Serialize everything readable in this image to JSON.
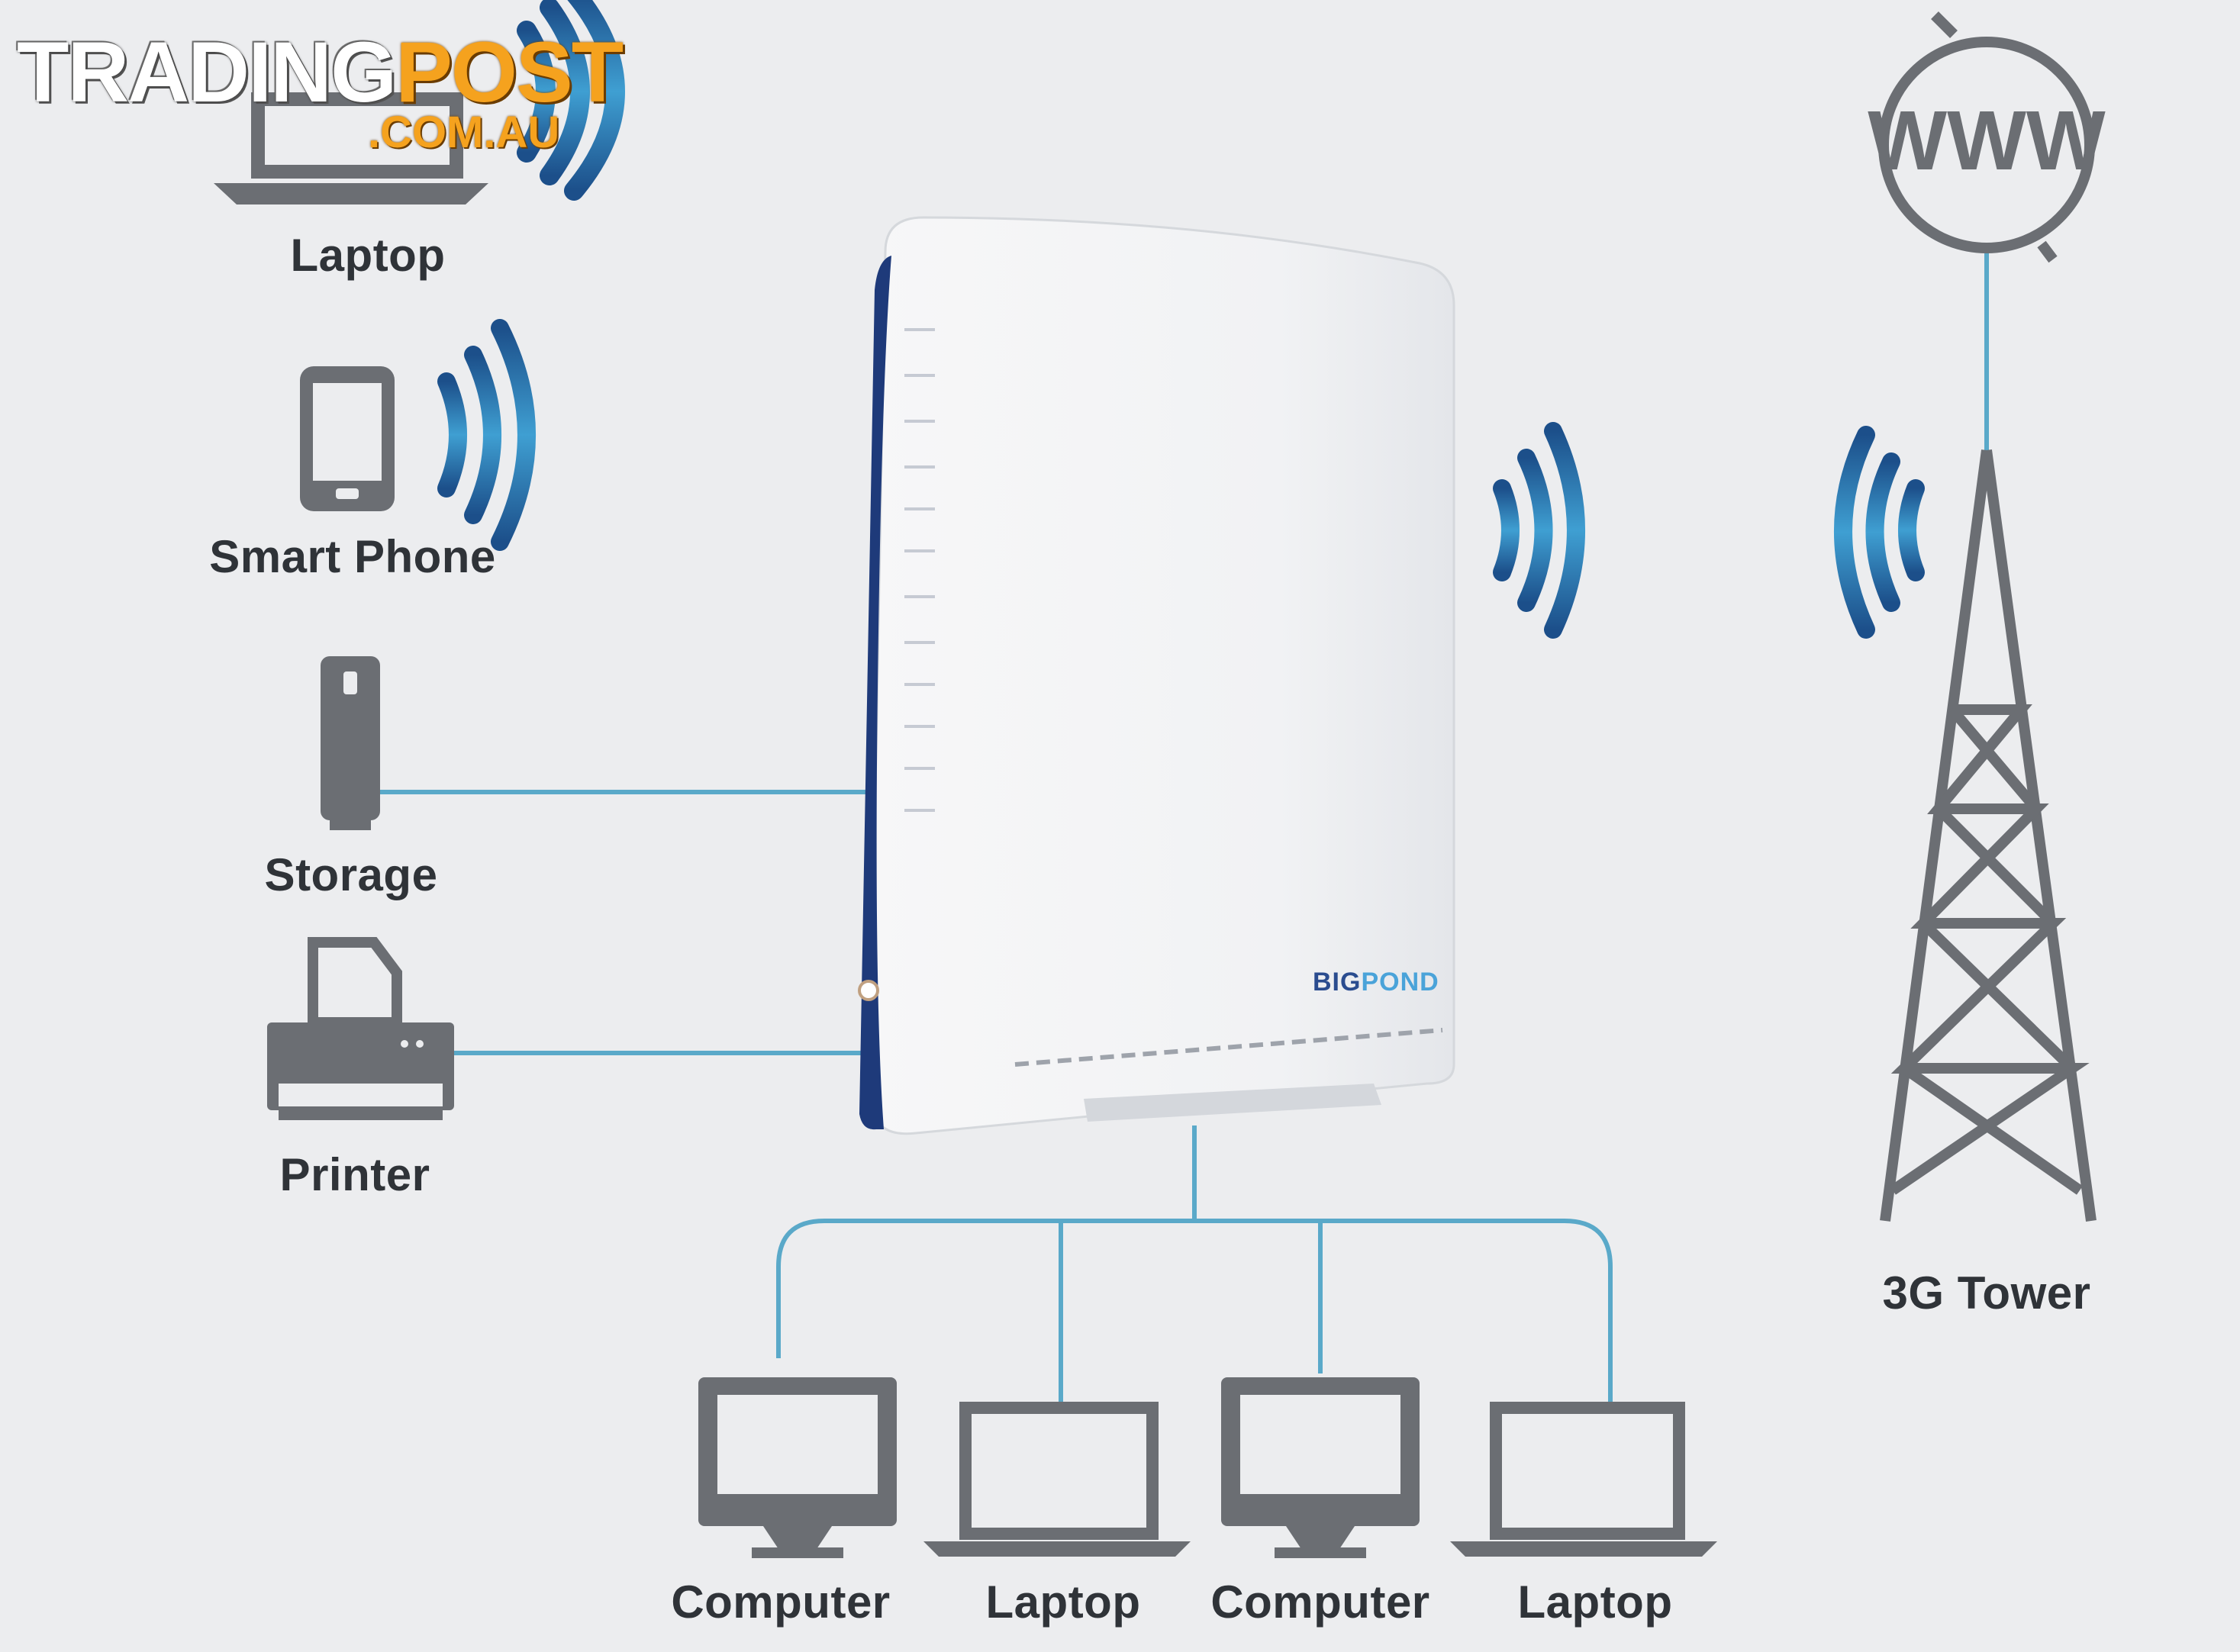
{
  "watermark": {
    "brand_main": "TRADING",
    "brand_accent": "POST",
    "brand_domain": ".COM.AU"
  },
  "devices": {
    "laptop_top": "Laptop",
    "smart_phone": "Smart Phone",
    "storage": "Storage",
    "printer": "Printer",
    "computer_1": "Computer",
    "laptop_1": "Laptop",
    "computer_2": "Computer",
    "laptop_2": "Laptop",
    "tower": "3G Tower"
  },
  "globe_text": "WWW",
  "router": {
    "logo_a": "BIG",
    "logo_b": "POND"
  },
  "colors": {
    "background": "#ecedef",
    "device_gray": "#6b6e73",
    "link_blue": "#5aa9c9",
    "wifi_dark": "#1c5a92",
    "wifi_light": "#3f9fd2",
    "router_accent": "#1e3a7a"
  }
}
